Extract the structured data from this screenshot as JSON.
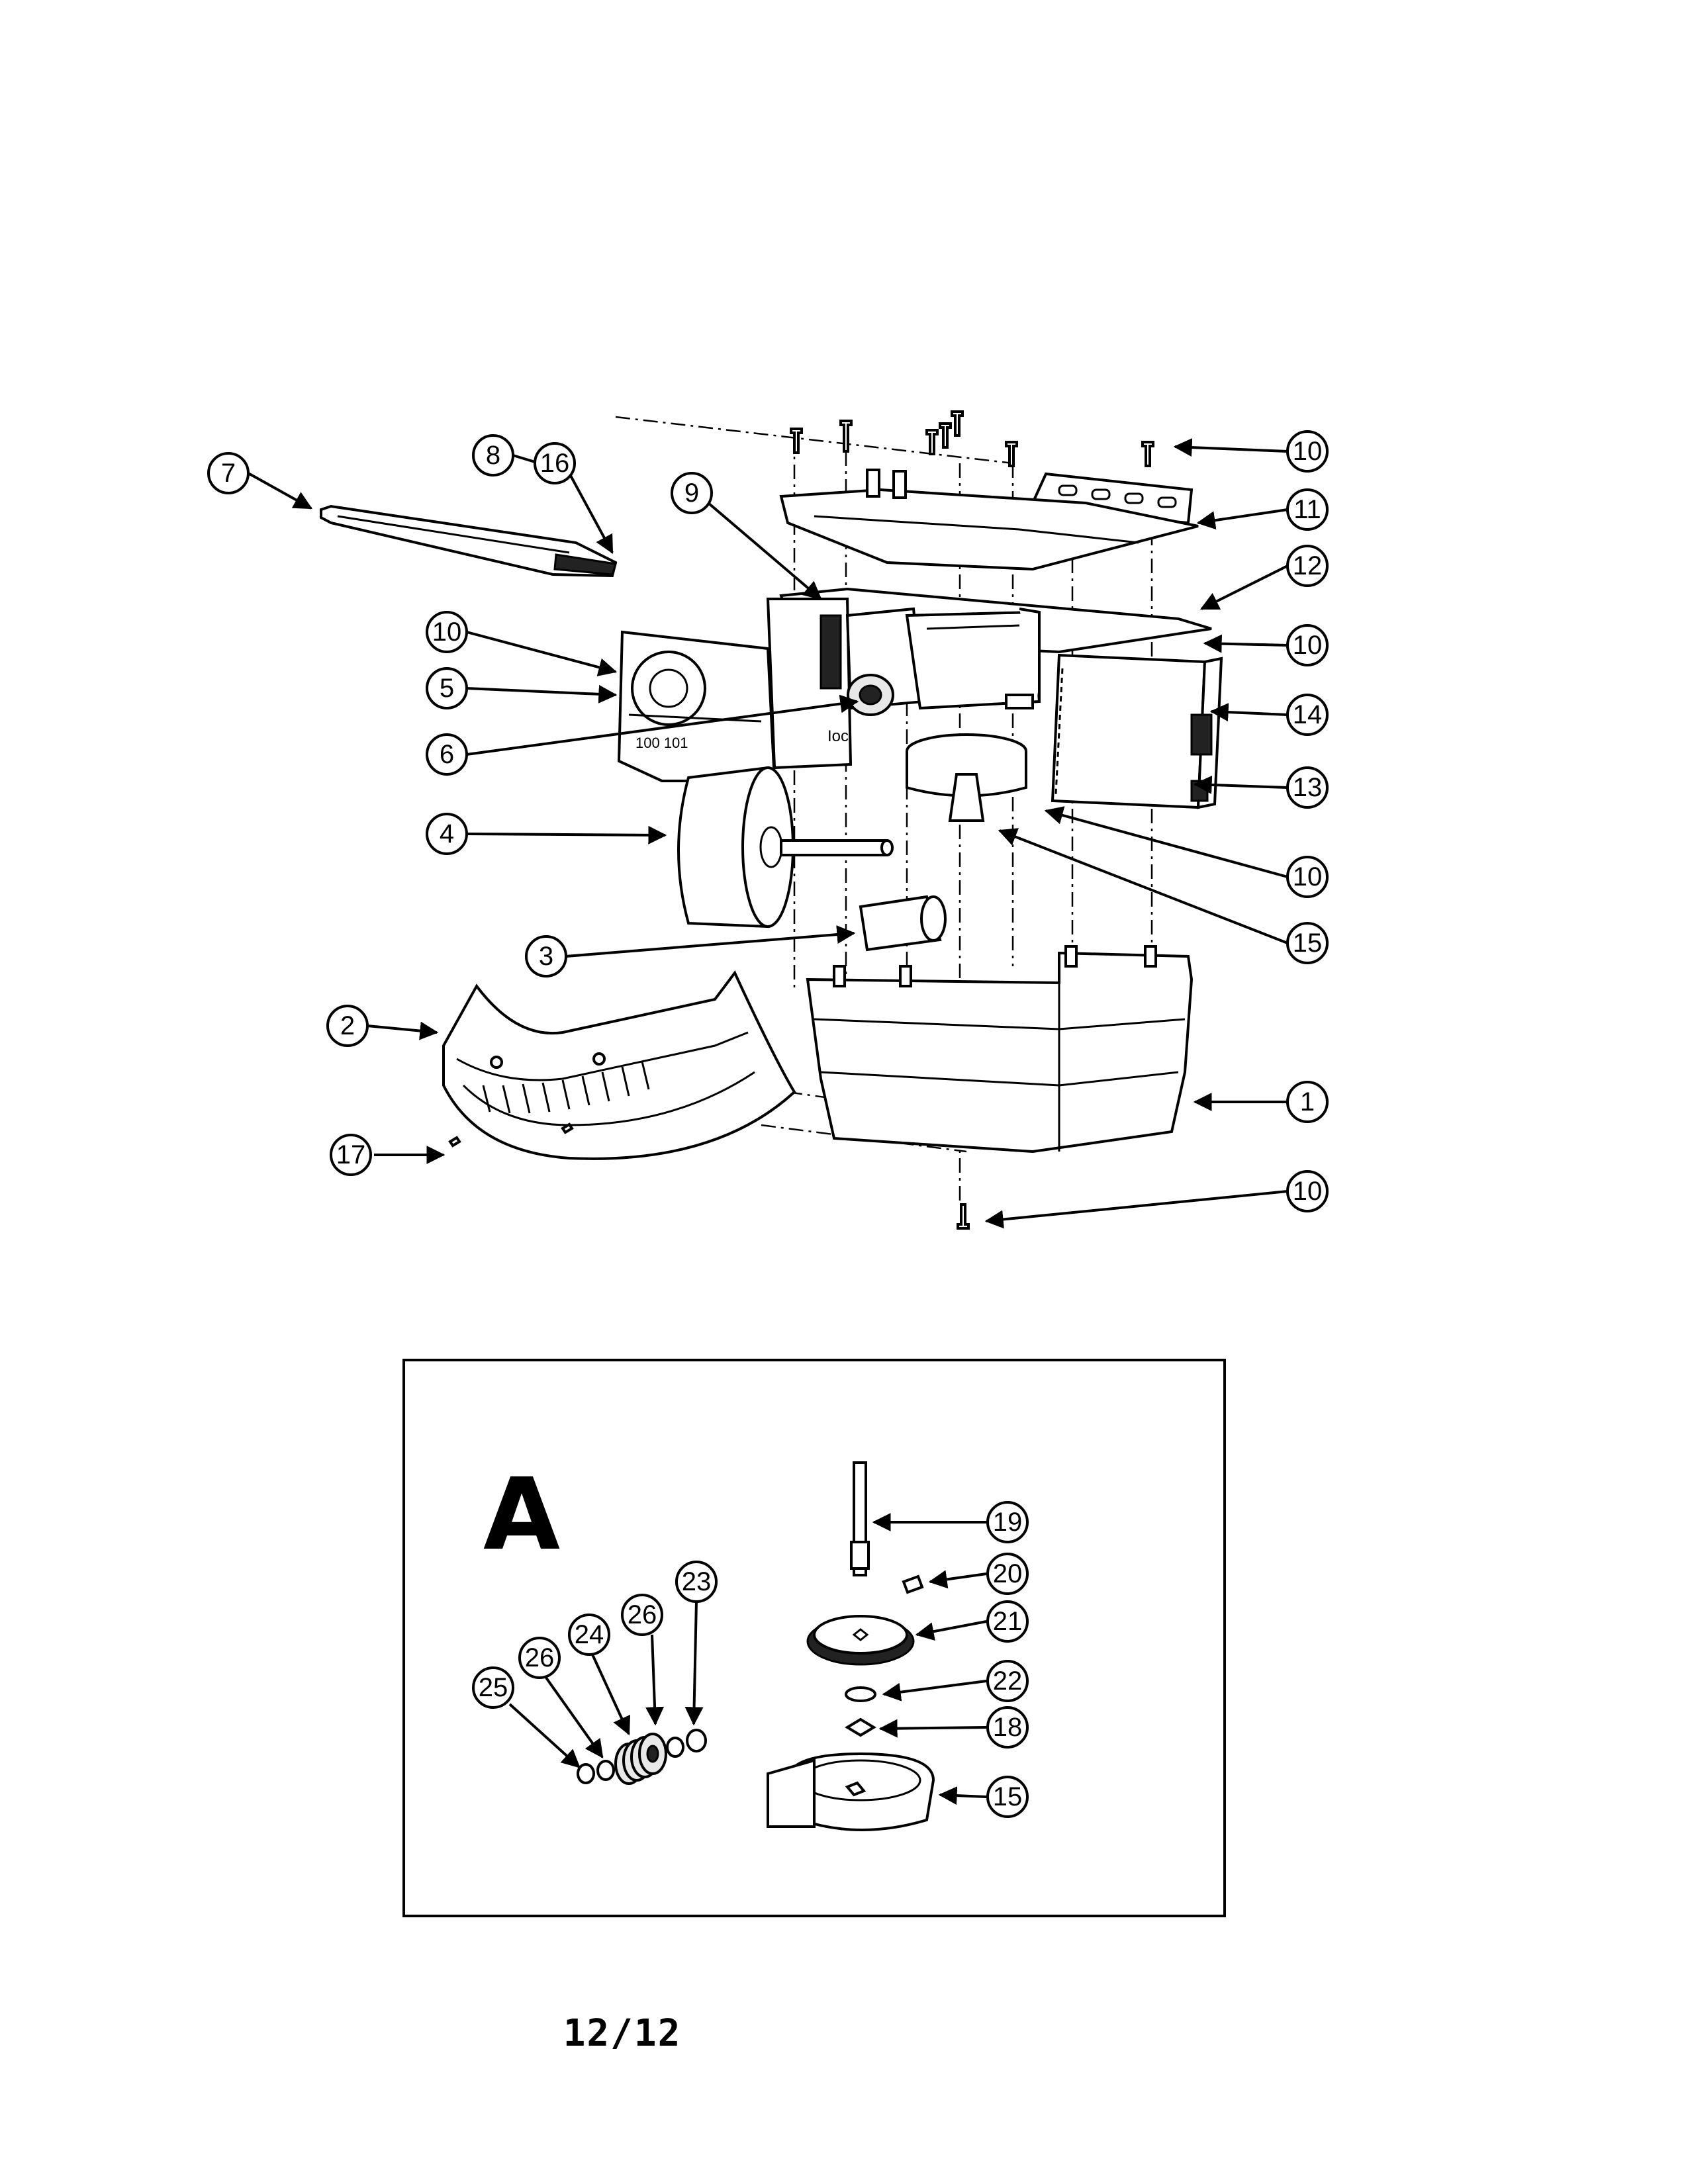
{
  "main_view": {
    "callouts": [
      {
        "id": "c7",
        "label": "7"
      },
      {
        "id": "c8",
        "label": "8"
      },
      {
        "id": "c16a",
        "label": "16"
      },
      {
        "id": "c9",
        "label": "9"
      },
      {
        "id": "c10a",
        "label": "10"
      },
      {
        "id": "c11",
        "label": "11"
      },
      {
        "id": "c12",
        "label": "12"
      },
      {
        "id": "c10b",
        "label": "10"
      },
      {
        "id": "c10c",
        "label": "10"
      },
      {
        "id": "c5",
        "label": "5"
      },
      {
        "id": "c14",
        "label": "14"
      },
      {
        "id": "c6",
        "label": "6"
      },
      {
        "id": "c13",
        "label": "13"
      },
      {
        "id": "c4",
        "label": "4"
      },
      {
        "id": "c10d",
        "label": "10"
      },
      {
        "id": "c15a",
        "label": "15"
      },
      {
        "id": "c3",
        "label": "3"
      },
      {
        "id": "c2",
        "label": "2"
      },
      {
        "id": "c1",
        "label": "1"
      },
      {
        "id": "c17",
        "label": "17"
      },
      {
        "id": "c10e",
        "label": "10"
      }
    ]
  },
  "inset": {
    "letter": "A",
    "callouts": [
      {
        "id": "c19",
        "label": "19"
      },
      {
        "id": "c20",
        "label": "20"
      },
      {
        "id": "c21",
        "label": "21"
      },
      {
        "id": "c23",
        "label": "23"
      },
      {
        "id": "c26a",
        "label": "26"
      },
      {
        "id": "c24",
        "label": "24"
      },
      {
        "id": "c26b",
        "label": "26"
      },
      {
        "id": "c25",
        "label": "25"
      },
      {
        "id": "c22",
        "label": "22"
      },
      {
        "id": "c18",
        "label": "18"
      },
      {
        "id": "c15b",
        "label": "15"
      }
    ]
  },
  "footer": {
    "page_number": "12/12"
  }
}
